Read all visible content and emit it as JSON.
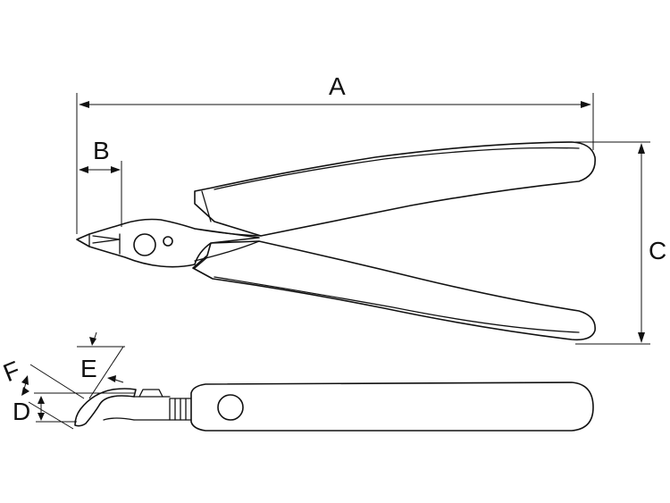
{
  "dimensions": {
    "A": "A",
    "B": "B",
    "C": "C",
    "D": "D",
    "E": "E",
    "F": "F"
  },
  "colors": {
    "line": "#111111",
    "background": "#ffffff"
  }
}
